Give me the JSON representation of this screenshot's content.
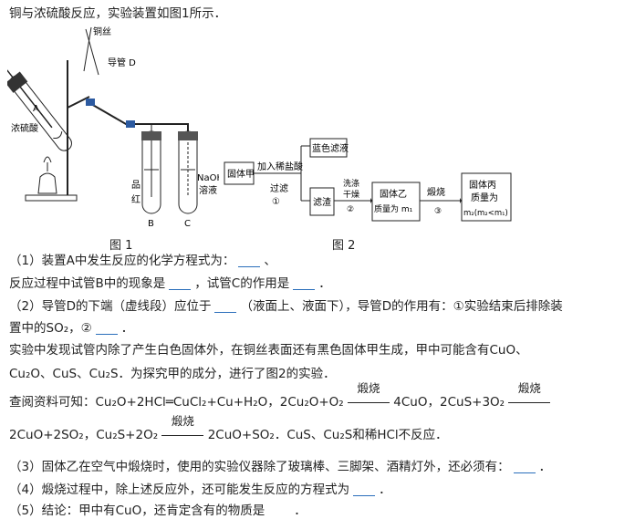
{
  "intro": "铜与浓硫酸反应，实验装置如图1所示．",
  "fig1": {
    "caption": "图 1",
    "label_copper": "铜丝",
    "label_tubeD": "导管 D",
    "label_A": "A",
    "label_acid": "浓硫酸",
    "label_pin": "品",
    "label_hong": "红",
    "label_B": "B",
    "label_C": "C",
    "label_naoh1": "NaOH",
    "label_naoh2": "溶液"
  },
  "fig2": {
    "caption": "图 2",
    "box_jia": "固体甲",
    "box_blue": "蓝色滤液",
    "step1a": "加入稀盐酸",
    "step1b": "过滤",
    "step1c": "①",
    "box_residue": "滤渣",
    "step2a": "洗涤",
    "step2b": "干燥",
    "step2c": "②",
    "box_yi1": "固体乙",
    "box_yi2": "质量为 m₁",
    "step3a": "煅烧",
    "step3c": "③",
    "box_bing1": "固体丙",
    "box_bing2": "质量为",
    "box_bing3": "m₂(m₂<m₁)"
  },
  "q1a": "（1）装置A中发生反应的化学方程式为：",
  "q1a_end": "、",
  "q1b_1": "反应过程中试管B中的现象是",
  "q1b_2": "，试管C的作用是",
  "q1b_3": "．",
  "q2a_1": "（2）导管D的下端（虚线段）应位于",
  "q2a_2": "（液面上、液面下），导管D的作用有：①实验结束后排除装",
  "q2b_1": "置中的SO₂，②",
  "q2b_2": "．",
  "p3": "实验中发现试管内除了产生白色固体外，在铜丝表面还有黑色固体甲生成，甲中可能含有CuO、",
  "p4": "Cu₂O、CuS、Cu₂S．为探究甲的成分，进行了图2的实验．",
  "p5_1": "查阅资料可知：Cu₂O+2HCl═CuCl₂+Cu+H₂O，2Cu₂O+O₂",
  "p5_2": "4CuO，2CuS+3O₂",
  "p6_1": "2CuO+2SO₂，Cu₂S+2O₂",
  "p6_2": "2CuO+SO₂．CuS、Cu₂S和稀HCl不反应．",
  "calcine": "煅烧",
  "q3": "（3）固体乙在空气中煅烧时，使用的实验仪器除了玻璃棒、三脚架、酒精灯外，还必须有：",
  "q3_end": "．",
  "q4": "（4）煅烧过程中，除上述反应外，还可能发生反应的方程式为",
  "q4_end": "．",
  "q5": "（5）结论：甲中有CuO，还肯定含有的物质是",
  "q5_end": "．"
}
